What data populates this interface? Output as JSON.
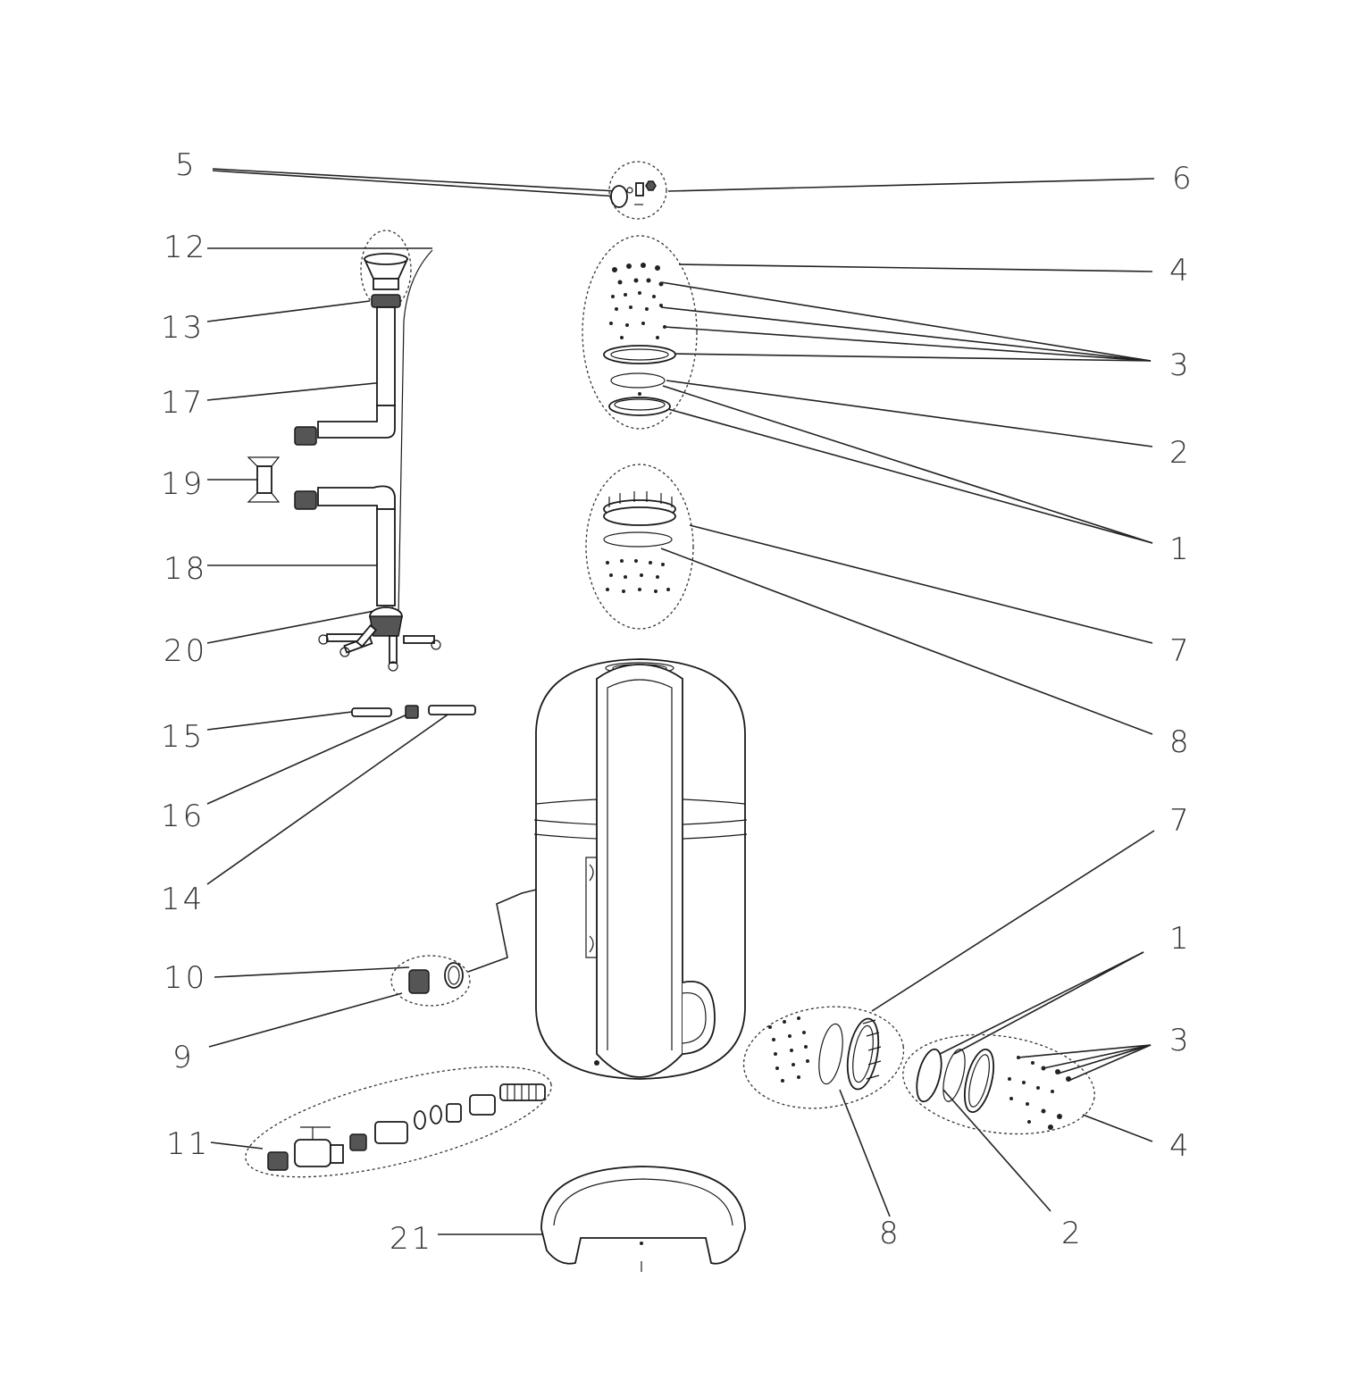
{
  "diagram": {
    "callouts": {
      "c5": "5",
      "c6": "6",
      "c12": "12",
      "c4_top": "4",
      "c13": "13",
      "c3_top": "3",
      "c17": "17",
      "c2_top": "2",
      "c19": "19",
      "c1_top": "1",
      "c18": "18",
      "c7_top": "7",
      "c20": "20",
      "c15": "15",
      "c8_top": "8",
      "c16": "16",
      "c7_side": "7",
      "c14": "14",
      "c1_side": "1",
      "c10": "10",
      "c3_side": "3",
      "c9": "9",
      "c11": "11",
      "c4_side": "4",
      "c21": "21",
      "c8_side": "8",
      "c2_side": "2"
    }
  },
  "colors": {
    "line": "#1a1a1a",
    "label": "#333333",
    "background": "#ffffff"
  }
}
